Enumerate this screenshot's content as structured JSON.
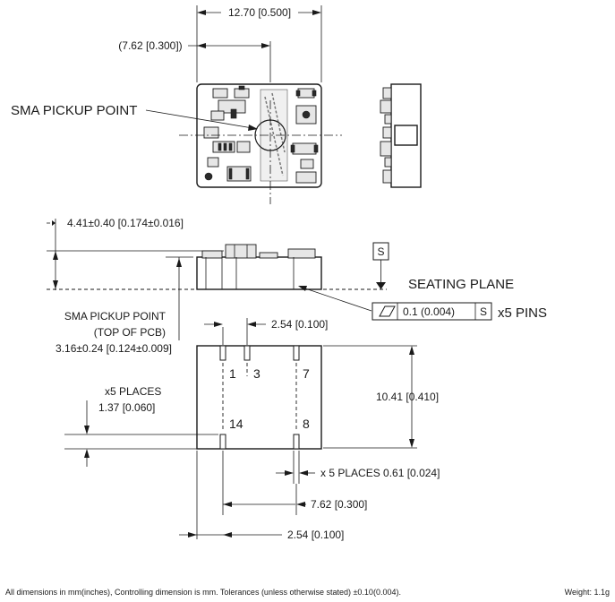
{
  "top_view": {
    "width_dim": "12.70 [0.500]",
    "center_dim": "(7.62 [0.300])",
    "pickup_label": "SMA PICKUP POINT"
  },
  "side_view": {
    "height_dim": "4.41±0.40 [0.174±0.016]",
    "datum": "S",
    "seating_plane": "SEATING PLANE",
    "tolerance": "0.1 (0.004)",
    "tolerance_datum": "S",
    "pins_note": "x5 PINS"
  },
  "bottom_view": {
    "pickup_label_1": "SMA PICKUP POINT",
    "pickup_label_2": "(TOP OF PCB)",
    "pickup_height": "3.16±0.24 [0.124±0.009]",
    "pitch_top": "2.54 [0.100]",
    "length_dim": "10.41 [0.410]",
    "places_note": "x5 PLACES",
    "pin_length": "1.37 [0.060]",
    "pin_width_note": "x 5 PLACES 0.61 [0.024]",
    "row_spacing": "7.62 [0.300]",
    "pitch_bottom": "2.54 [0.100]",
    "pins": [
      "1",
      "3",
      "7",
      "14",
      "8"
    ]
  },
  "footer": {
    "note": "All dimensions in mm(inches), Controlling dimension is mm. Tolerances (unless otherwise stated) ±0.10(0.004).",
    "weight": "Weight: 1.1g"
  }
}
